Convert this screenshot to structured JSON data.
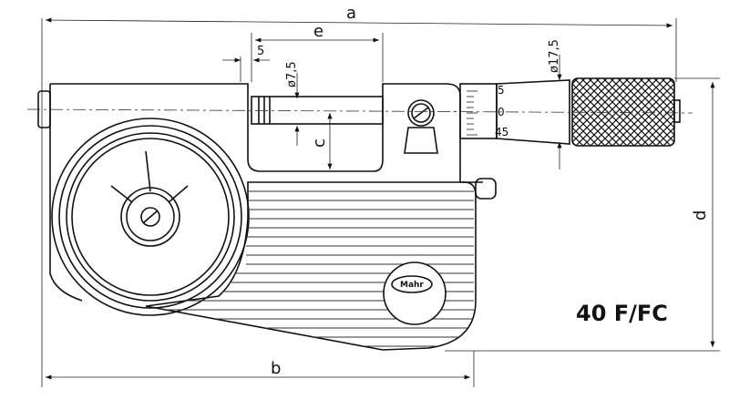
{
  "dimensions": {
    "a": "a",
    "b": "b",
    "c": "c",
    "d": "d",
    "e": "e",
    "five": "5",
    "spindle_dia": "ø7,5",
    "thimble_dia": "ø17,5"
  },
  "scale_labels": [
    "5",
    "0",
    "45"
  ],
  "brand_logo": "Mahr",
  "model": "40 F/FC"
}
